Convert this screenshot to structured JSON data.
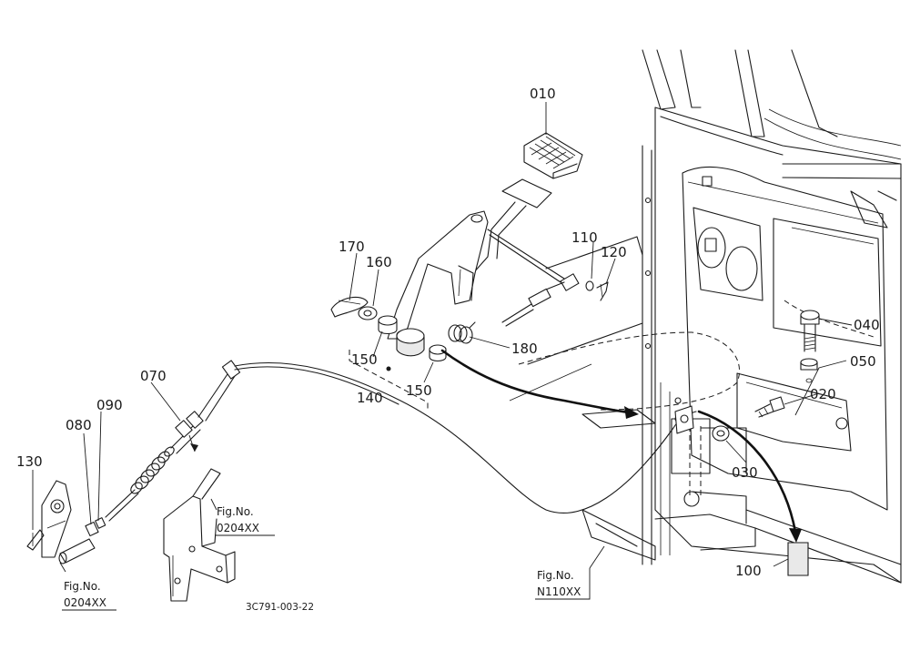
{
  "parts": {
    "p010": "010",
    "p020": "020",
    "p030": "030",
    "p040": "040",
    "p050": "050",
    "p070": "070",
    "p080": "080",
    "p090": "090",
    "p100": "100",
    "p110": "110",
    "p120": "120",
    "p130": "130",
    "p140": "140",
    "p150a": "150",
    "p150b": "150",
    "p160": "160",
    "p170": "170",
    "p180": "180"
  },
  "references": {
    "fig_left_title": "Fig.No.",
    "fig_left_code": "0204XX",
    "fig_mid_title": "Fig.No.",
    "fig_mid_code": "0204XX",
    "fig_right_title": "Fig.No.",
    "fig_right_code": "N110XX"
  },
  "drawing_code": "3C791-003-22"
}
